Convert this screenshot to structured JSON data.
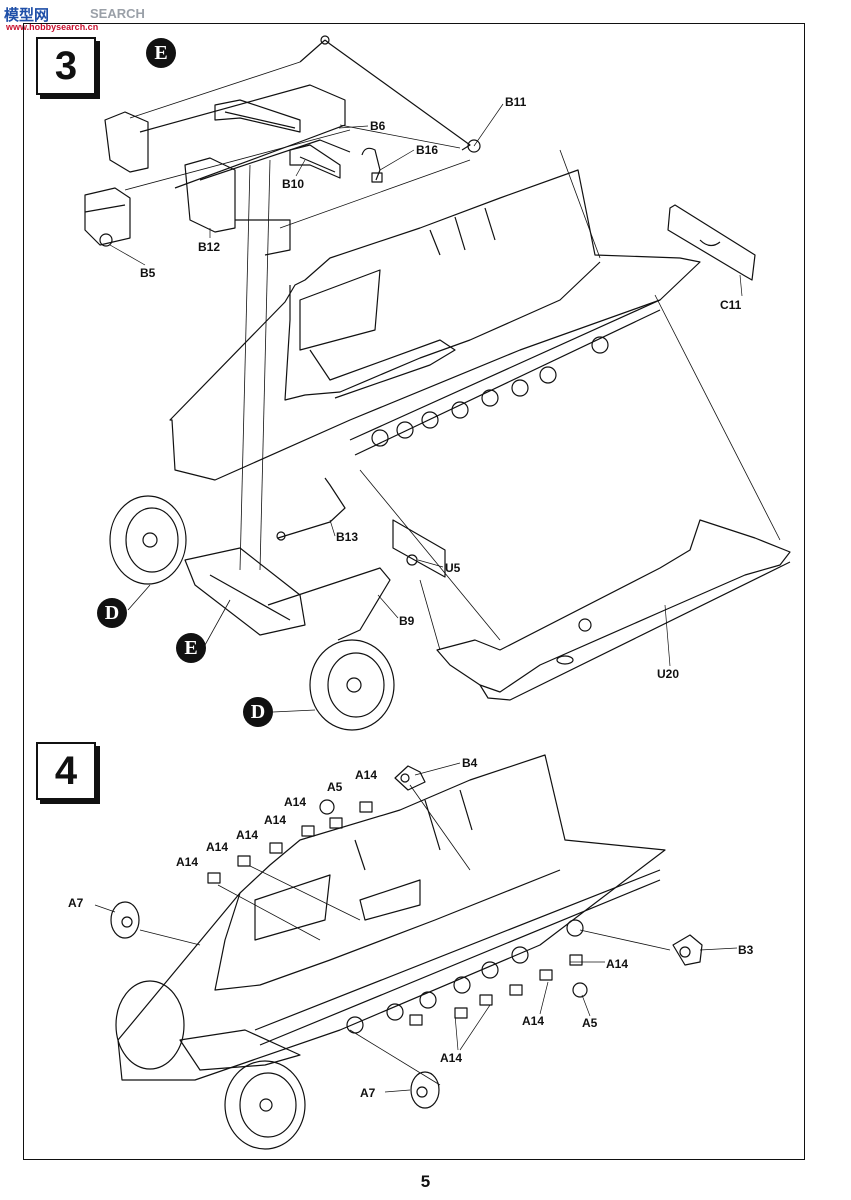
{
  "watermark": {
    "logo": "模型网",
    "search": "SEARCH",
    "url": "www.hobbysearch.cn"
  },
  "steps": [
    {
      "number": "3",
      "badges": [
        "E",
        "D",
        "E",
        "D"
      ],
      "labels": [
        "B11",
        "B6",
        "B16",
        "B10",
        "B12",
        "B5",
        "C11",
        "B13",
        "U5",
        "B9",
        "U20"
      ]
    },
    {
      "number": "4",
      "labels": [
        "B4",
        "A5",
        "A14",
        "A14",
        "A14",
        "A14",
        "A14",
        "A14",
        "A7",
        "B3",
        "A14",
        "A14",
        "A5",
        "A14",
        "A7"
      ]
    }
  ],
  "page_number": "5"
}
